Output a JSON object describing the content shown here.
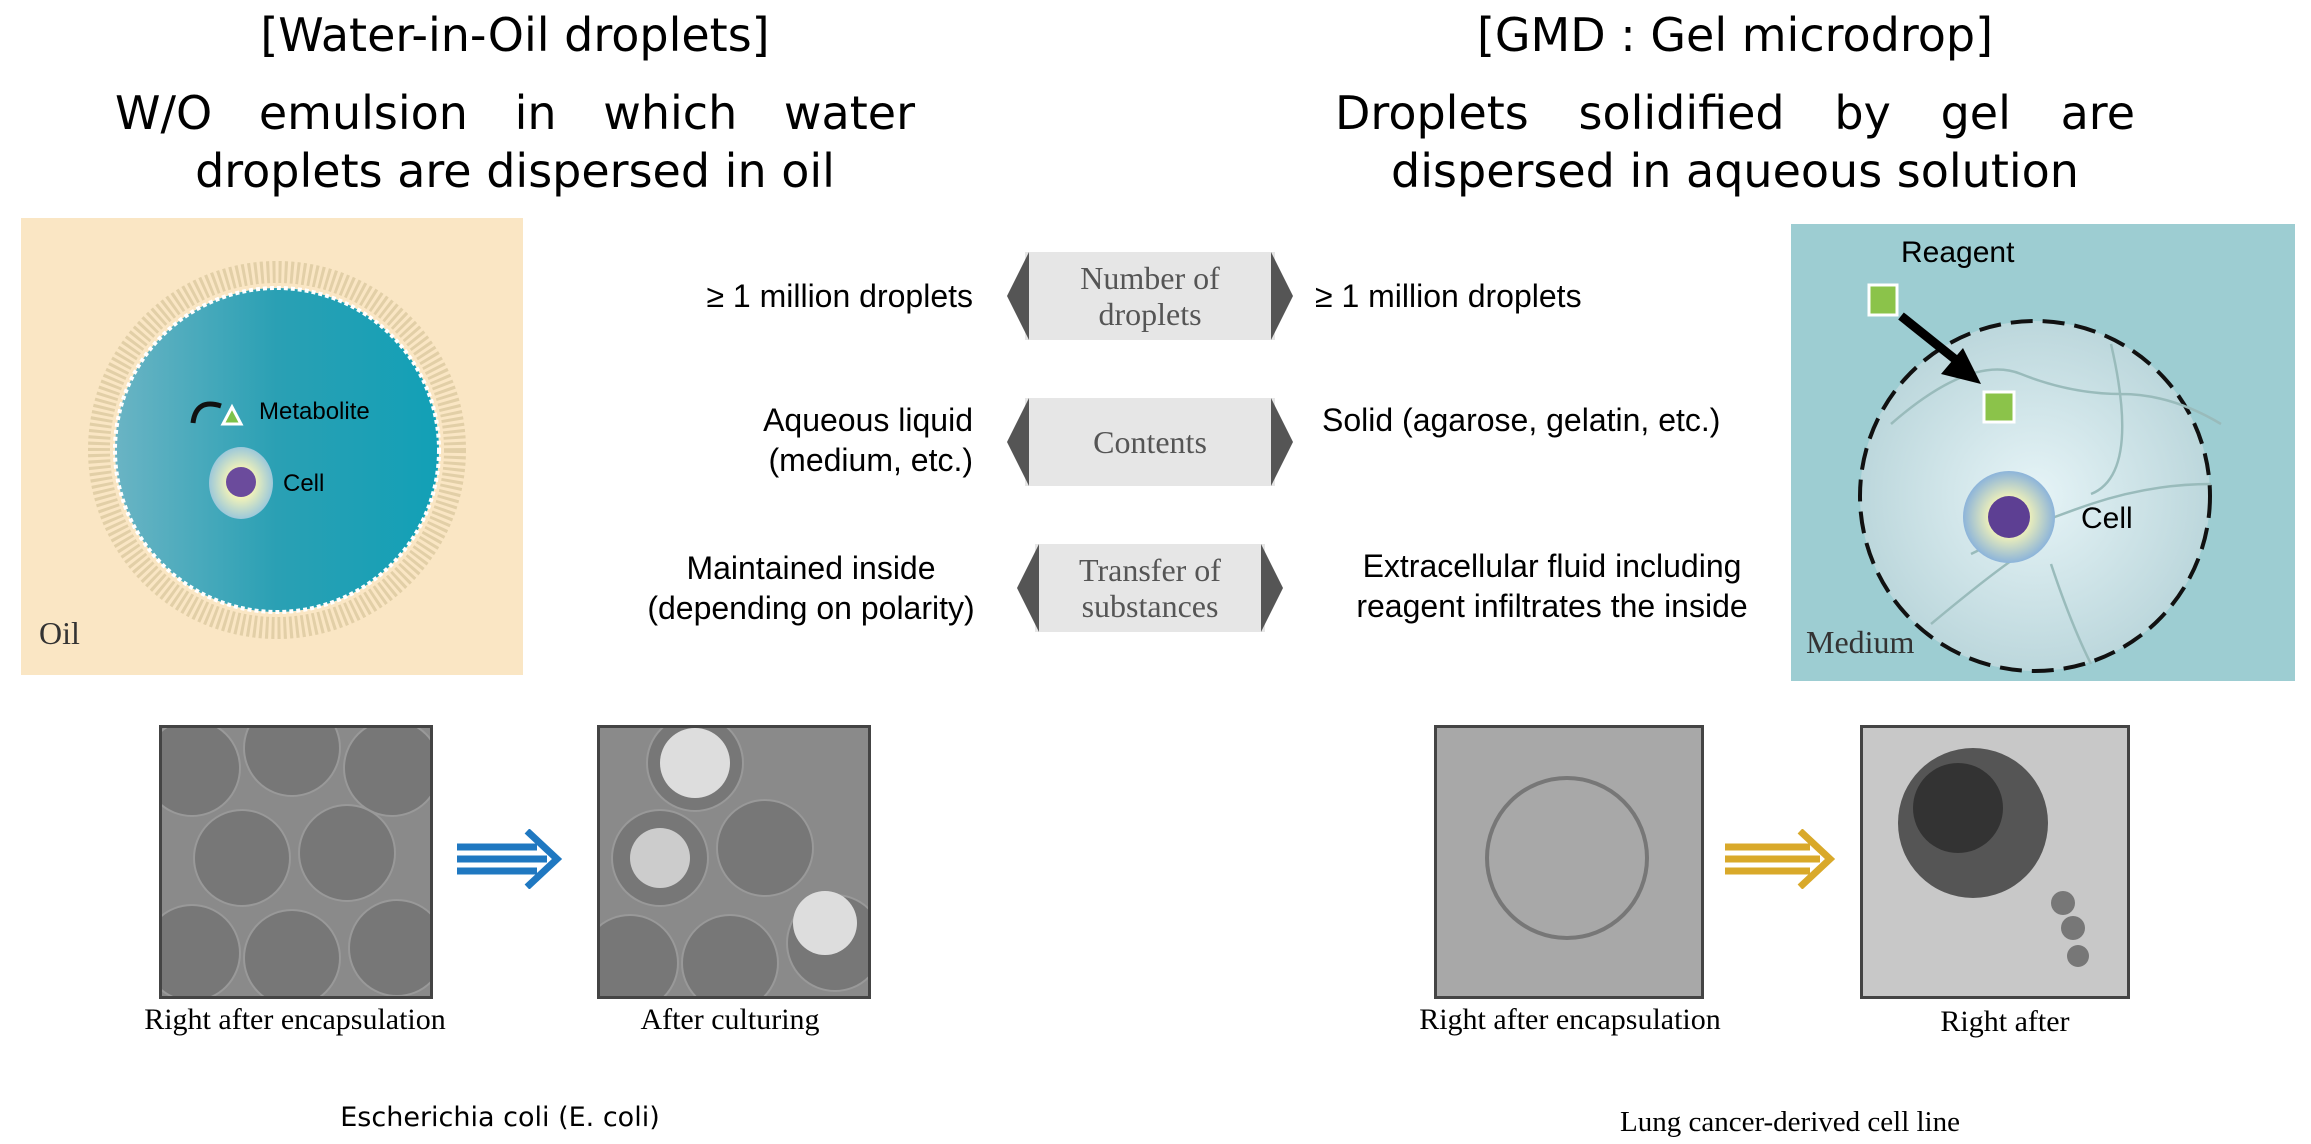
{
  "left": {
    "title": "[Water-in-Oil droplets]",
    "subtitle": "W/O emulsion in which water droplets are dispersed in oil",
    "metabolite": "Metabolite",
    "cell": "Cell",
    "oil": "Oil",
    "caption1": "Right after encapsulation",
    "caption2": "After culturing",
    "organism": "Escherichia coli (E. coli)"
  },
  "right": {
    "title": "[GMD : Gel microdrop]",
    "subtitle": "Droplets solidified by gel are dispersed in aqueous solution",
    "reagent": "Reagent",
    "cell": "Cell",
    "medium": "Medium",
    "caption1": "Right after encapsulation",
    "caption2": "Right after",
    "organism": "Lung cancer-derived cell line"
  },
  "comparison": [
    {
      "label": "Number of droplets",
      "left": "≥ 1 million droplets",
      "right": "≥ 1 million droplets"
    },
    {
      "label": "Contents",
      "left": "Aqueous liquid (medium, etc.)",
      "right": "Solid (agarose, gelatin, etc.)"
    },
    {
      "label": "Transfer of substances",
      "left": "Maintained inside (depending on polarity)",
      "right": "Extracellular fluid including reagent infiltrates the inside"
    }
  ],
  "colors": {
    "oil": "#fae6c4",
    "droplet": "#1aa3b6",
    "medium": "#9dcdd2",
    "blue_arrow": "#1f78c1",
    "yellow_arrow": "#d9a92a"
  }
}
